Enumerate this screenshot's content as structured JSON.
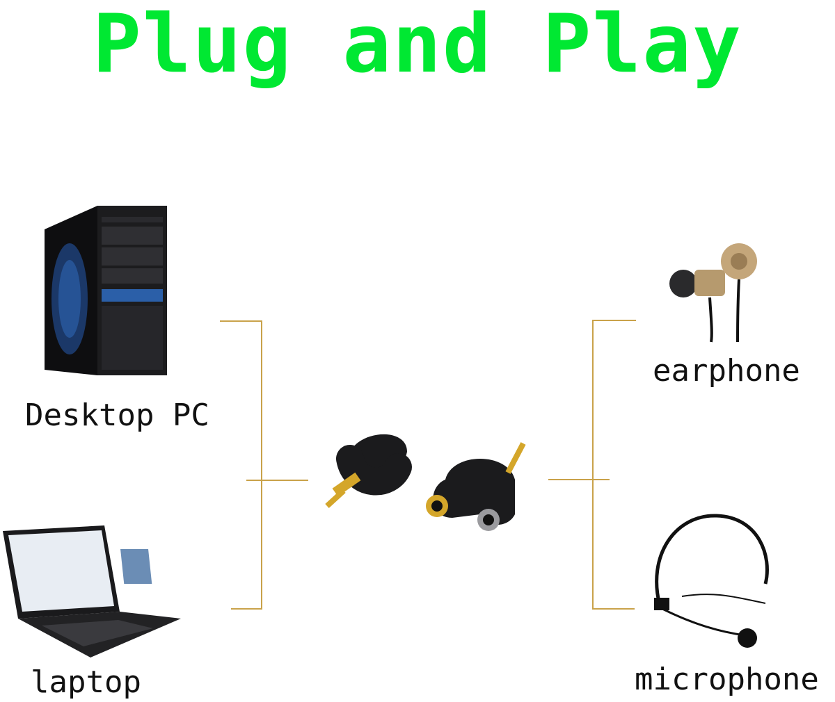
{
  "title": "Plug and Play",
  "colors": {
    "title": "#00e832",
    "connector_line": "#c9a24a",
    "device_dark": "#1c1c1e",
    "accent_blue": "#2b5fa8",
    "gold": "#d4a62a"
  },
  "devices": {
    "desktop": {
      "label": "Desktop PC",
      "icon": "desktop-tower-icon"
    },
    "laptop": {
      "label": "laptop",
      "icon": "laptop-icon"
    },
    "earphone": {
      "label": "earphone",
      "icon": "earphones-icon"
    },
    "microphone": {
      "label": "microphone",
      "icon": "headset-microphone-icon"
    },
    "adapter": {
      "icon": "audio-splitter-adapter-icon"
    }
  }
}
